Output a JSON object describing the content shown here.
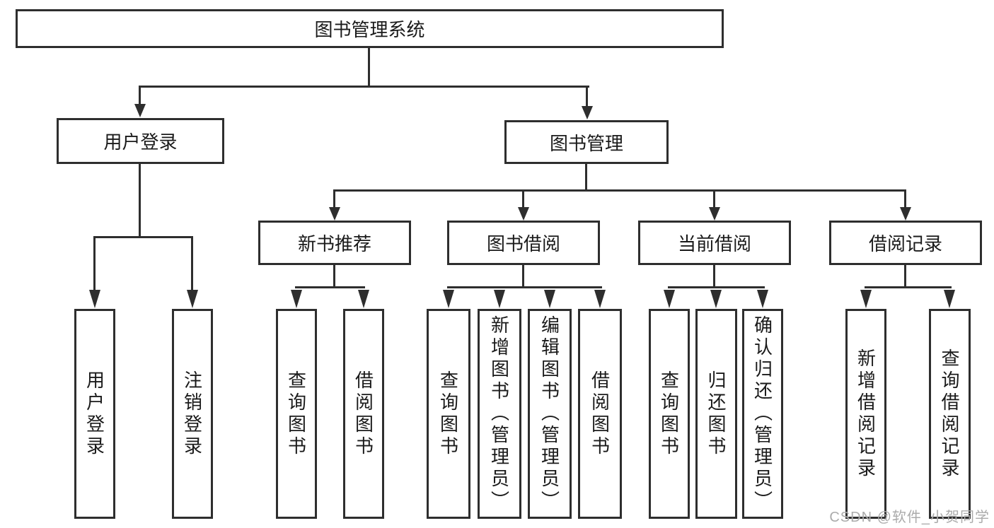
{
  "root": {
    "label": "图书管理系统"
  },
  "branches": [
    {
      "label": "用户登录",
      "parent": "图书管理系统"
    },
    {
      "label": "图书管理",
      "parent": "图书管理系统"
    }
  ],
  "sections": [
    {
      "label": "新书推荐",
      "parent": "图书管理"
    },
    {
      "label": "图书借阅",
      "parent": "图书管理"
    },
    {
      "label": "当前借阅",
      "parent": "图书管理"
    },
    {
      "label": "借阅记录",
      "parent": "图书管理"
    }
  ],
  "leaves": [
    {
      "label": "用户登录",
      "parent": "用户登录"
    },
    {
      "label": "注销登录",
      "parent": "用户登录"
    },
    {
      "label": "查询图书",
      "parent": "新书推荐"
    },
    {
      "label": "借阅图书",
      "parent": "新书推荐"
    },
    {
      "label": "查询图书",
      "parent": "图书借阅"
    },
    {
      "label": "新增图书（管理员）",
      "parent": "图书借阅"
    },
    {
      "label": "编辑图书（管理员）",
      "parent": "图书借阅"
    },
    {
      "label": "借阅图书",
      "parent": "图书借阅"
    },
    {
      "label": "查询图书",
      "parent": "当前借阅"
    },
    {
      "label": "归还图书",
      "parent": "当前借阅"
    },
    {
      "label": "确认归还（管理员）",
      "parent": "当前借阅"
    },
    {
      "label": "新增借阅记录",
      "parent": "借阅记录"
    },
    {
      "label": "查询借阅记录",
      "parent": "借阅记录"
    }
  ],
  "watermark": {
    "text": "CSDN @软件_小贺同学"
  },
  "colors": {
    "line": "#2e2e2e",
    "box_border": "#2e2e2e",
    "text": "#1a1a1a",
    "watermark": "#ababab",
    "background": "#ffffff"
  }
}
